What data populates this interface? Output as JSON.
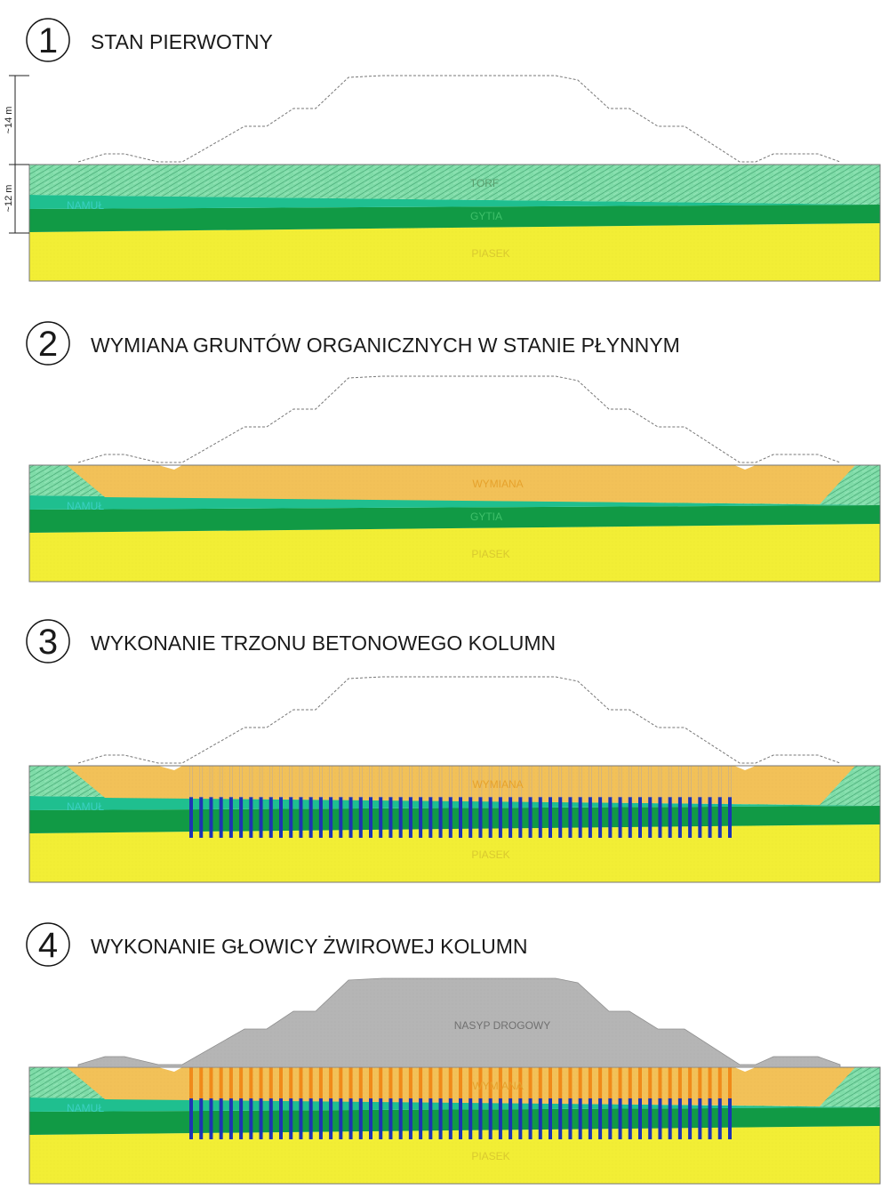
{
  "colors": {
    "torf": "#7fdca8",
    "namul": "#1fbf8f",
    "gytia": "#119a45",
    "piasek": "#f2ee35",
    "wymiana": "#f2c158",
    "column_concrete": "#1e33b5",
    "column_gravel": "#f08a1a",
    "embankment": "#b5b5b5",
    "outline": "#777777",
    "label_light": "#e7e05a"
  },
  "dimensions": {
    "fill_height": "~14 m",
    "soil_depth": "~12 m"
  },
  "panels": [
    {
      "number": "1",
      "title": "STAN PIERWOTNY",
      "labels": {
        "torf": "TORF",
        "namul": "NAMUŁ",
        "gytia": "GYTIA",
        "piasek": "PIASEK"
      }
    },
    {
      "number": "2",
      "title": "WYMIANA GRUNTÓW ORGANICZNYCH W STANIE PŁYNNYM",
      "labels": {
        "wymiana": "WYMIANA",
        "namul": "NAMUŁ",
        "gytia": "GYTIA",
        "piasek": "PIASEK"
      }
    },
    {
      "number": "3",
      "title": "WYKONANIE TRZONU BETONOWEGO KOLUMN",
      "labels": {
        "wymiana": "WYMIANA",
        "namul": "NAMUŁ",
        "piasek": "PIASEK"
      }
    },
    {
      "number": "4",
      "title": "WYKONANIE GŁOWICY ŻWIROWEJ KOLUMN",
      "labels": {
        "nasyp": "NASYP DROGOWY",
        "wymiana": "WYMIANA",
        "namul": "NAMUŁ",
        "piasek": "PIASEK"
      }
    }
  ]
}
